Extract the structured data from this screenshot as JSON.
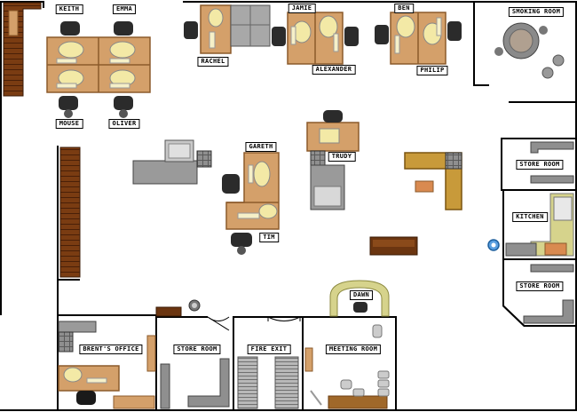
{
  "rooms": {
    "smoking_room": "SMOKING ROOM",
    "store_room_1": "STORE ROOM",
    "kitchen": "KITCHEN",
    "store_room_2": "STORE ROOM",
    "brents_office": "BRENT'S OFFICE",
    "store_room_3": "STORE ROOM",
    "fire_exit": "FIRE EXIT",
    "meeting_room": "MEETING ROOM"
  },
  "people": {
    "keith": "KEITH",
    "emma": "EMMA",
    "mouse": "MOUSE",
    "oliver": "OLIVER",
    "rachel": "RACHEL",
    "jamie": "JAMIE",
    "alexander": "ALEXANDER",
    "ben": "BEN",
    "philip": "PHILIP",
    "gareth": "GARETH",
    "trudy": "TRUDY",
    "tim": "TIM",
    "dawn": "DAWN"
  },
  "colors": {
    "wall": "#000000",
    "desk": "#d4a06a",
    "desk_edge": "#8b5a2b",
    "shelf": "#6b3510",
    "chair": "#2b2b2b",
    "cabinet": "#9a9a9a",
    "paper": "#f3e9a6",
    "kitchen_floor": "#d6d38c"
  }
}
